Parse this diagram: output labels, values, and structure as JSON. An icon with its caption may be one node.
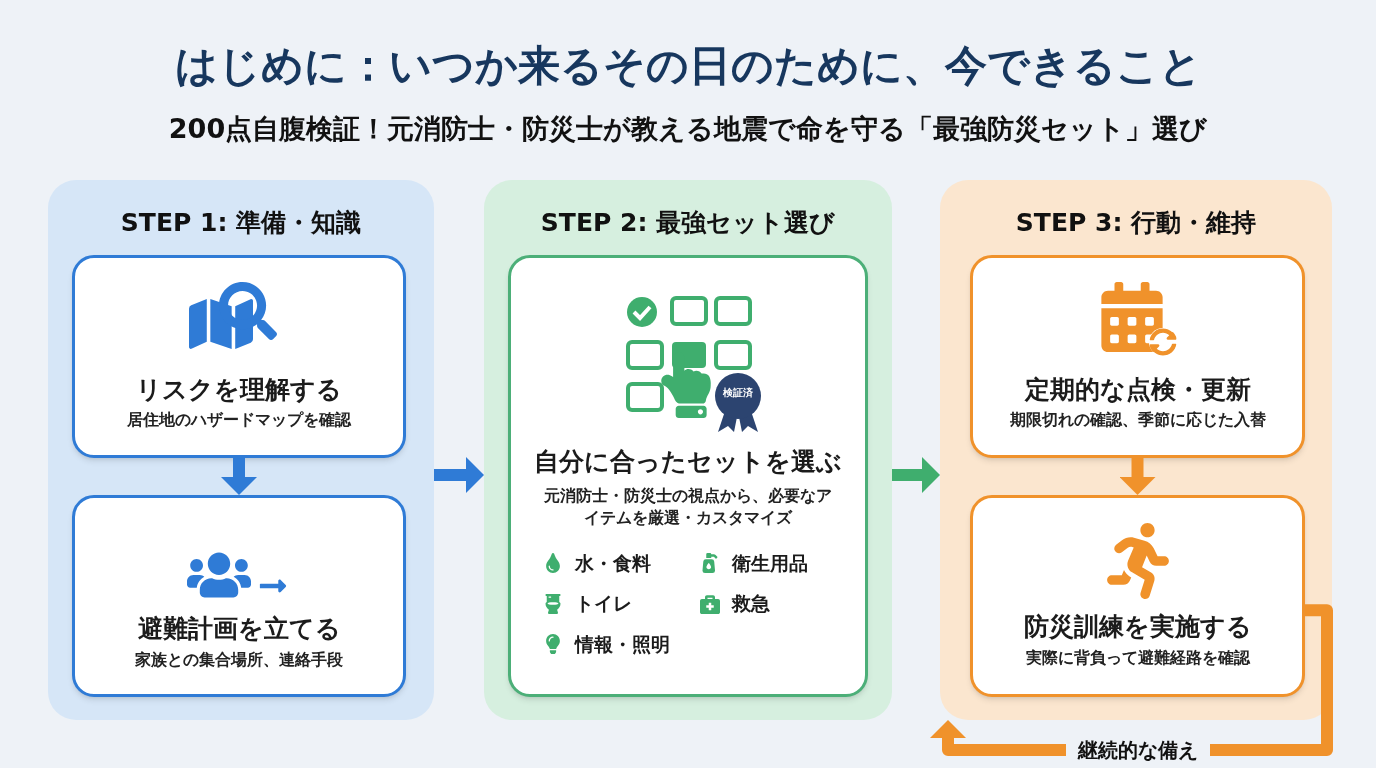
{
  "diagram": {
    "title": "はじめに：いつか来るその日のために、今できること",
    "nodes": [
      {
        "text": [
          "STEP 1: 準備・知識"
        ]
      },
      {
        "text": [
          "リスクを理解する",
          "居住地のハザードマップを確認"
        ],
        "in": 0
      },
      {
        "text": [
          "避難計画を立てる",
          "家族との集合場所、連絡手段"
        ],
        "in": 0
      },
      {
        "text": [
          "STEP 2: 最強セット選び"
        ]
      },
      {
        "text": [
          "自分に合ったセットを選ぶ",
          "元消防士・防災士の視点から、必要なアイテムを厳選・カスタマイズ",
          "水・食料",
          "衛生用品",
          "トイレ",
          "救急",
          "情報・照明"
        ],
        "in": 3
      },
      {
        "text": [
          "STEP 3: 行動・維持"
        ]
      },
      {
        "text": [
          "定期的な点検・更新",
          "期限切れの確認、季節に応じた入替"
        ],
        "in": 5
      },
      {
        "text": [
          "防災訓練を実施する",
          "実際に背負って避難経路を確認"
        ],
        "in": 5
      }
    ],
    "edges": [
      {
        "from": 1,
        "to": 2,
        "arrow": "to",
        "color": "#2f7bd6"
      },
      {
        "from": 0,
        "to": 3,
        "arrow": "to",
        "color": "#2f7bd6"
      },
      {
        "from": 3,
        "to": 5,
        "arrow": "to",
        "color": "#3fae6e"
      },
      {
        "from": 6,
        "to": 7,
        "arrow": "to",
        "color": "#f0922b"
      },
      {
        "from": 7,
        "to": 5,
        "arrow": "to",
        "label": "継続的な備え",
        "color": "#f0922b"
      }
    ],
    "labels": [
      "200点自腹検証！元消防士・防災士が教える地震で命を守る「最強防災セット」選び",
      "検証済"
    ]
  }
}
